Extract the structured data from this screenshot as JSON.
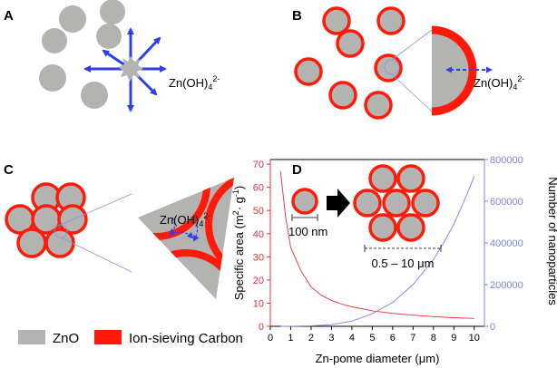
{
  "panels": {
    "a": {
      "label": "A",
      "ion": "Zn(OH)",
      "ion_sub": "4",
      "ion_sup": "2-"
    },
    "b": {
      "label": "B",
      "ion": "Zn(OH)",
      "ion_sub": "4",
      "ion_sup": "2-"
    },
    "c": {
      "label": "C",
      "ion": "Zn(OH)",
      "ion_sub": "4",
      "ion_sup": "2-"
    },
    "d": {
      "label": "D"
    }
  },
  "legend": {
    "zno": "ZnO",
    "carbon": "Ion-sieving Carbon"
  },
  "inset": {
    "single_scale": "100 nm",
    "pome_scale": "0.5 – 10 μm"
  },
  "colors": {
    "zno": "#b3b3b1",
    "carbon": "#ff1a0a",
    "arrow": "#2e3fe8",
    "specific_area_axis": "#e8303a",
    "nanoparticles_axis": "#7a86e6",
    "zoom_line": "#8b95df"
  },
  "chart_data": {
    "type": "line",
    "xlabel": "Zn-pome diameter (μm)",
    "x_ticks": [
      "0",
      "1",
      "2",
      "3",
      "4",
      "5",
      "6",
      "7",
      "8",
      "9",
      "10"
    ],
    "xlim": [
      0,
      10.5
    ],
    "y_left": {
      "label_main": "Specific area (m",
      "label_sup1": "2",
      "label_mid": "· g",
      "label_sup2": "-1",
      "label_end": ")",
      "ticks": [
        "0",
        "10",
        "20",
        "30",
        "40",
        "50",
        "60",
        "70"
      ],
      "lim": [
        0,
        72
      ]
    },
    "y_right": {
      "label": "Number of nanoparticles",
      "ticks": [
        "0",
        "200000",
        "400000",
        "600000",
        "800000"
      ],
      "lim": [
        0,
        800000
      ]
    },
    "series": [
      {
        "axis": "left",
        "x": [
          0.5,
          0.75,
          1,
          1.5,
          2,
          2.5,
          3,
          3.5,
          4,
          5,
          6,
          7,
          8,
          9,
          10
        ],
        "values": [
          67,
          47,
          34,
          24,
          17,
          13.4,
          11.2,
          9.6,
          8.4,
          6.7,
          5.6,
          4.8,
          4.2,
          3.7,
          3.4
        ]
      },
      {
        "axis": "right",
        "x": [
          0.5,
          1,
          2,
          3,
          4,
          5,
          6,
          7,
          8,
          8.5,
          9,
          9.5,
          10
        ],
        "values": [
          0,
          500,
          2000,
          8000,
          25000,
          60000,
          115000,
          200000,
          320000,
          400000,
          490000,
          600000,
          720000
        ]
      }
    ]
  }
}
